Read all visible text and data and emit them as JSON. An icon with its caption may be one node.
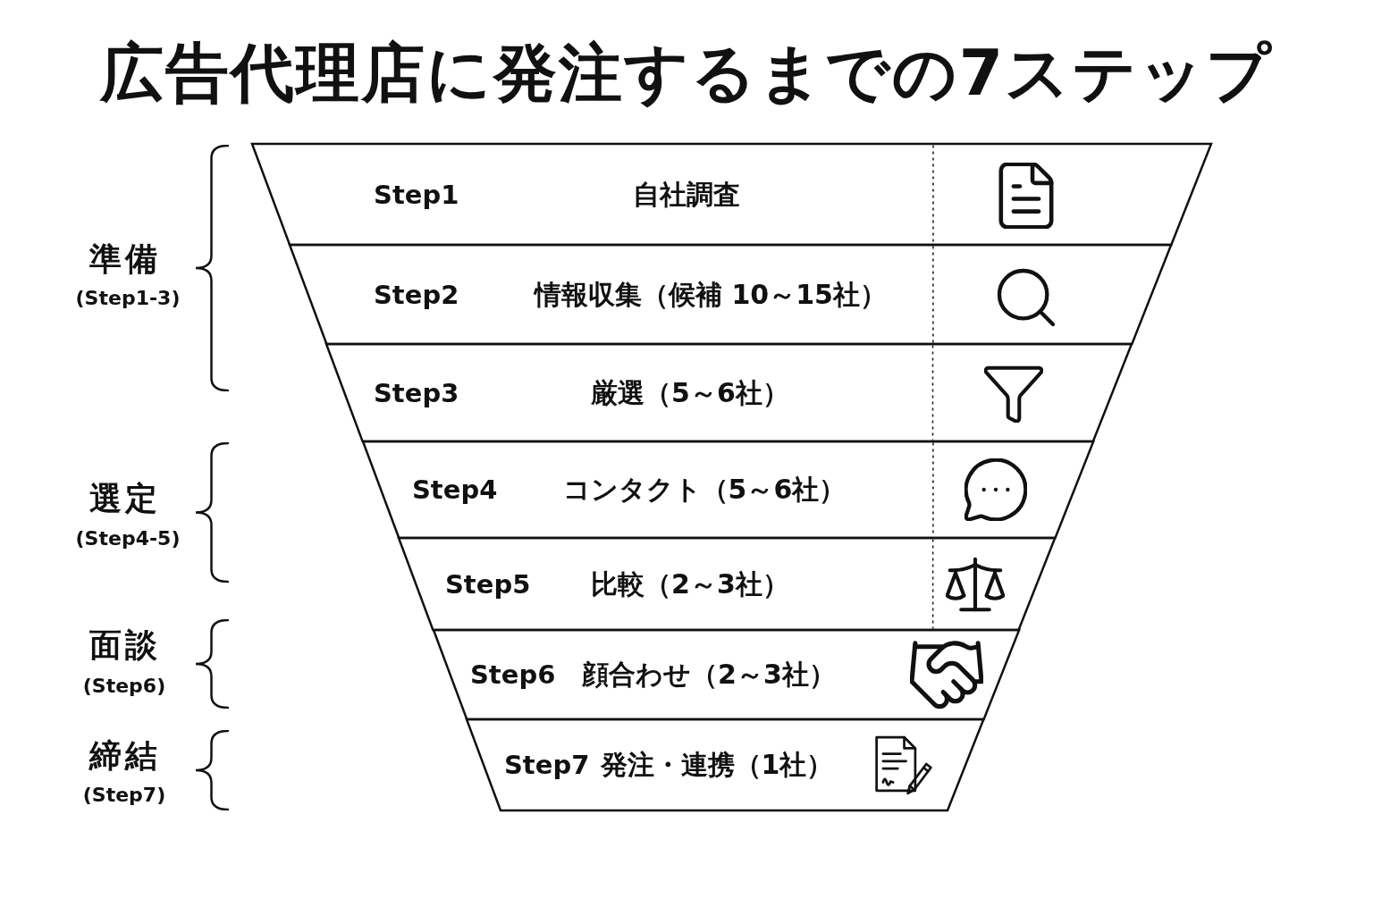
{
  "diagram": {
    "title": "広告代理店に発注するまでの7ステップ",
    "nodes": [
      {
        "text": [
          "Step1",
          "自社調査"
        ]
      },
      {
        "text": [
          "Step2",
          "情報収集（候補 10～15社）"
        ]
      },
      {
        "text": [
          "Step3",
          "厳選（5～6社）"
        ]
      },
      {
        "text": [
          "Step4",
          "コンタクト（5～6社）"
        ]
      },
      {
        "text": [
          "Step5",
          "比較（2～3社）"
        ]
      },
      {
        "text": [
          "Step6",
          "顔合わせ（2～3社）"
        ]
      },
      {
        "text": [
          "Step7",
          "発注・連携（1社）"
        ]
      }
    ],
    "labels": [
      "準備",
      "(Step1-3)",
      "選定",
      "(Step4-5)",
      "面談",
      "(Step6)",
      "締結",
      "(Step7)"
    ]
  }
}
